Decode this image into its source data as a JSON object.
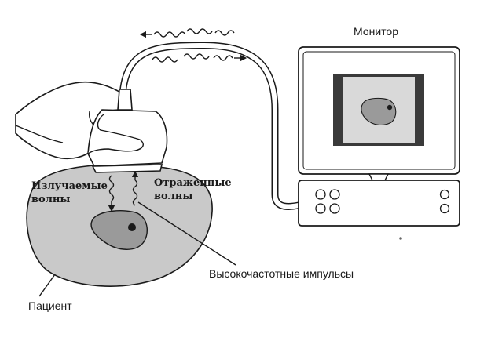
{
  "labels": {
    "monitor": "Монитор",
    "emitted_line1": "Излучаемые",
    "emitted_line2": "волны",
    "reflected_line1": "Отраженные",
    "reflected_line2": "волны",
    "pulses": "Высокочастотные импульсы",
    "patient": "Пациент"
  },
  "colors": {
    "ink": "#1a1a1a",
    "body_fill": "#c9c9c9",
    "organ_fill": "#9a9a9a",
    "screen_bezel": "#3a3a3a",
    "screen_image": "#d9d9d9",
    "monitor_fill": "#ffffff"
  }
}
